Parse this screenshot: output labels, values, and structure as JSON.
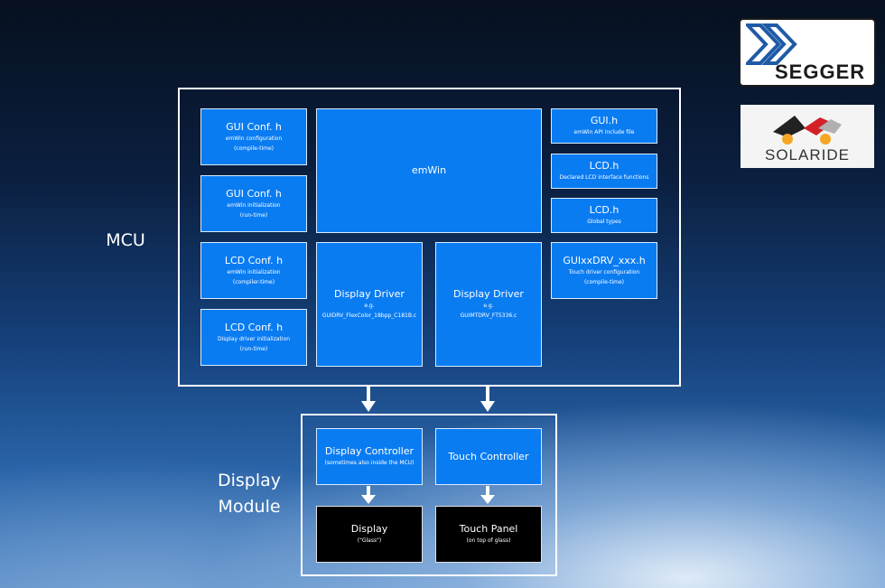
{
  "labels": {
    "mcu": "MCU",
    "display_module_line1": "Display",
    "display_module_line2": "Module"
  },
  "mcu": {
    "left_column": [
      {
        "title": "GUI Conf. h",
        "line1": "emWin configuration",
        "line2": "(compile-time)"
      },
      {
        "title": "GUI Conf. h",
        "line1": "emWin initialization",
        "line2": "(run-time)"
      },
      {
        "title": "LCD Conf. h",
        "line1": "emWin initialization",
        "line2": "(compiler-time)"
      },
      {
        "title": "LCD Conf. h",
        "line1": "Display driver initialization",
        "line2": "(run-time)"
      }
    ],
    "emwin": {
      "title": "emWin"
    },
    "drivers": [
      {
        "title": "Display Driver",
        "line1": "e.g.",
        "line2": "GUIDRV_FlexColor_18bpp_C181B.c"
      },
      {
        "title": "Display Driver",
        "line1": "e.g.",
        "line2": "GUIMTDRV_FT5336.c"
      }
    ],
    "right_column": [
      {
        "title": "GUI.h",
        "line1": "emWin API include file"
      },
      {
        "title": "LCD.h",
        "line1": "Declared LCD interface functions"
      },
      {
        "title": "LCD.h",
        "line1": "Global types"
      },
      {
        "title": "GUIxxDRV_xxx.h",
        "line1": "Touch driver configuration",
        "line2": "(compile-time)"
      }
    ]
  },
  "display_module": {
    "display_controller": {
      "title": "Display Controller",
      "line1": "(sometimes also inside the MCU)"
    },
    "touch_controller": {
      "title": "Touch Controller"
    },
    "display": {
      "title": "Display",
      "line1": "(\"Glass\")"
    },
    "touch_panel": {
      "title": "Touch Panel",
      "line1": "(on top of glass)"
    }
  },
  "logos": {
    "segger": "SEGGER",
    "solaride": "SOLARIDE"
  },
  "colors": {
    "block_fill": "#0a7cf2",
    "black_block_fill": "#000000",
    "frame": "#ffffff"
  }
}
